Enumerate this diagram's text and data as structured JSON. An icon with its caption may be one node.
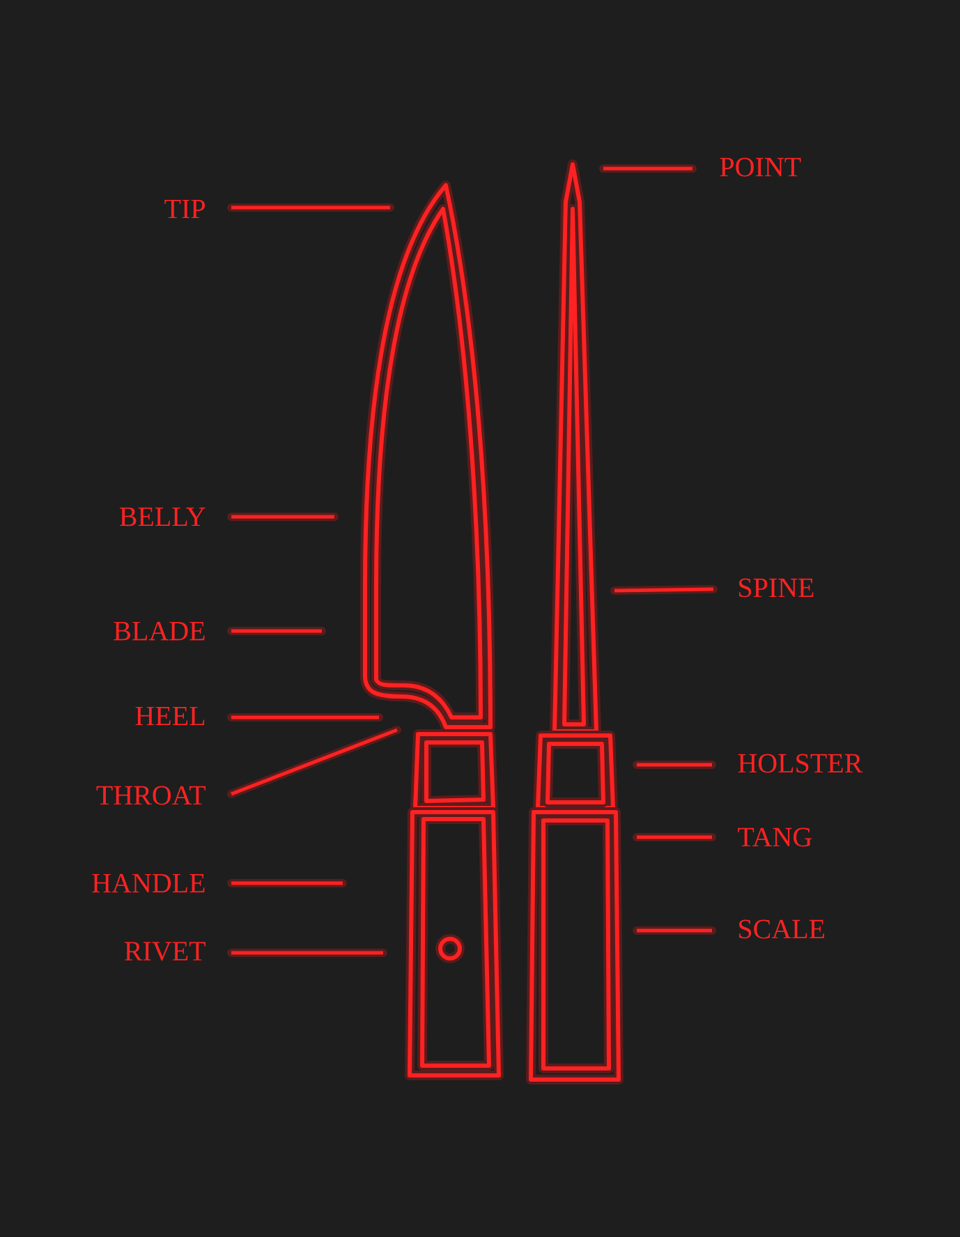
{
  "diagram": {
    "nodes": [
      {
        "text": [
          "POINT"
        ]
      },
      {
        "text": [
          "TIP"
        ]
      },
      {
        "text": [
          "BELLY"
        ]
      },
      {
        "text": [
          "SPINE"
        ]
      },
      {
        "text": [
          "BLADE"
        ]
      },
      {
        "text": [
          "HEEL"
        ]
      },
      {
        "text": [
          "HOLSTER"
        ]
      },
      {
        "text": [
          "THROAT"
        ]
      },
      {
        "text": [
          "TANG"
        ]
      },
      {
        "text": [
          "HANDLE"
        ]
      },
      {
        "text": [
          "SCALE"
        ]
      },
      {
        "text": [
          "RIVET"
        ]
      }
    ],
    "edges": [
      {
        "from": 0,
        "to": null,
        "arrow": "none"
      },
      {
        "from": 1,
        "to": null,
        "arrow": "none"
      },
      {
        "from": 2,
        "to": null,
        "arrow": "none"
      },
      {
        "from": 3,
        "to": null,
        "arrow": "none"
      },
      {
        "from": 4,
        "to": null,
        "arrow": "none"
      },
      {
        "from": 5,
        "to": null,
        "arrow": "none"
      },
      {
        "from": 6,
        "to": null,
        "arrow": "none"
      },
      {
        "from": 7,
        "to": null,
        "arrow": "none"
      },
      {
        "from": 8,
        "to": null,
        "arrow": "none"
      },
      {
        "from": 9,
        "to": null,
        "arrow": "none"
      },
      {
        "from": 10,
        "to": null,
        "arrow": "none"
      },
      {
        "from": 11,
        "to": null,
        "arrow": "none"
      }
    ]
  }
}
